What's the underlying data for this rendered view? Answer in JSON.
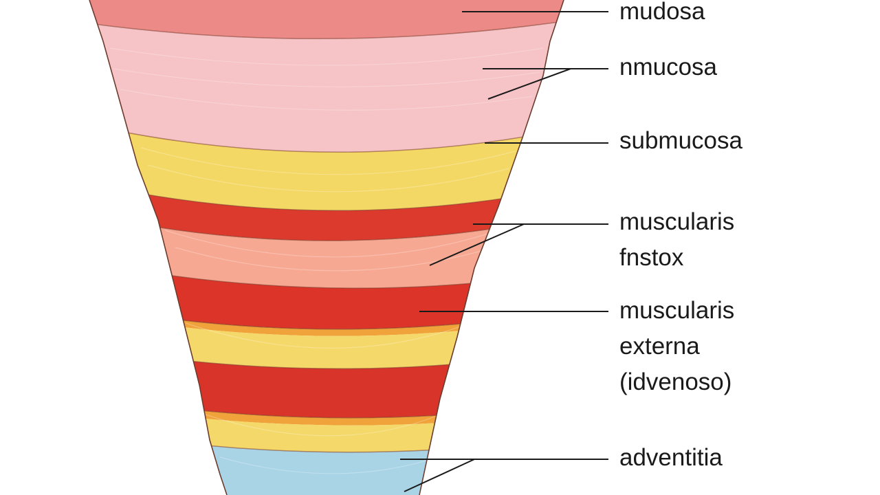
{
  "diagram": {
    "layers": [
      {
        "name": "top-pink-layer",
        "color": "#ec8a87"
      },
      {
        "name": "light-pink-layer",
        "color": "#f6c3c6"
      },
      {
        "name": "yellow-layer-1",
        "color": "#f4d865"
      },
      {
        "name": "red-layer-1",
        "color": "#dd3a2e"
      },
      {
        "name": "salmon-layer",
        "color": "#f7a892"
      },
      {
        "name": "red-layer-2",
        "color": "#dc3429"
      },
      {
        "name": "yellow-layer-2",
        "color": "#f5d86a"
      },
      {
        "name": "red-layer-3",
        "color": "#d9342a"
      },
      {
        "name": "yellow-layer-3",
        "color": "#f4d86a"
      },
      {
        "name": "blue-layer",
        "color": "#a9d4e6"
      }
    ],
    "labels": [
      {
        "lines": [
          "mudosa"
        ]
      },
      {
        "lines": [
          "nmucosa"
        ]
      },
      {
        "lines": [
          "submucosa"
        ]
      },
      {
        "lines": [
          "muscularis",
          "fnstox"
        ]
      },
      {
        "lines": [
          "muscularis",
          "externa",
          "(idvenoso)"
        ]
      },
      {
        "lines": [
          "adventitia"
        ]
      }
    ]
  }
}
